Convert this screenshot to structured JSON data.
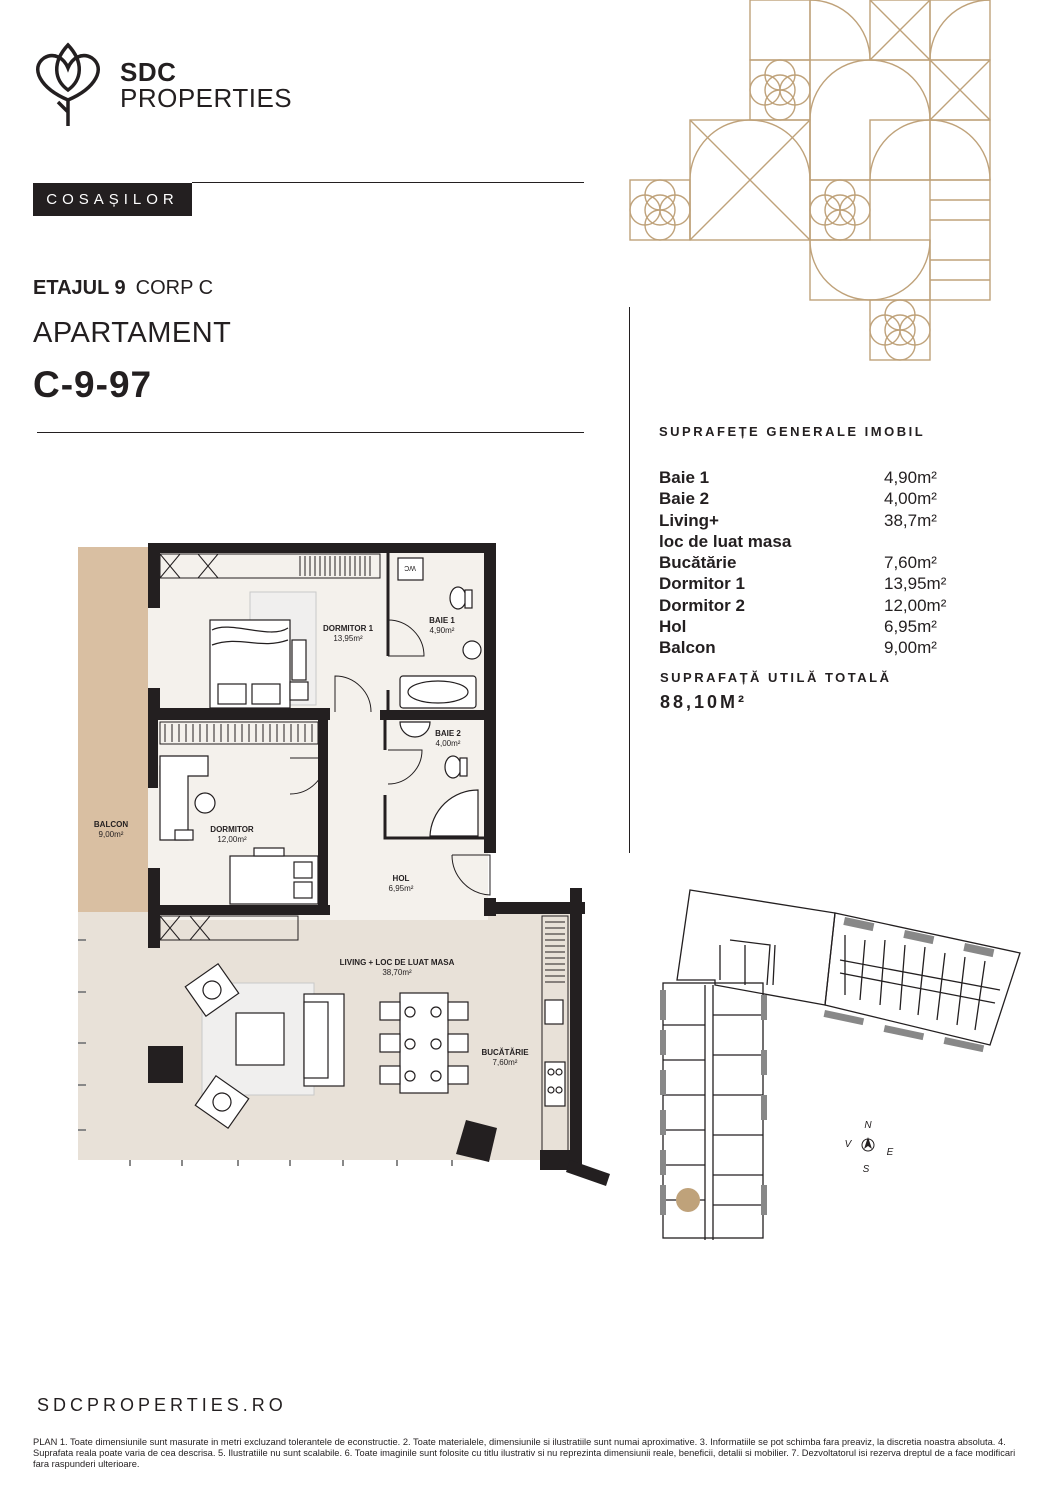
{
  "brand": {
    "name_line1": "SDC",
    "name_line2": "PROPERTIES"
  },
  "project": "COSAȘILOR",
  "floor": {
    "label": "ETAJUL 9",
    "corp": "CORP C"
  },
  "apartment": {
    "label": "APARTAMENT",
    "code": "C-9-97"
  },
  "areas": {
    "title": "SUPRAFEȚE GENERALE IMOBIL",
    "items": [
      {
        "name": "Baie 1",
        "value": "4,90m²"
      },
      {
        "name": "Baie 2",
        "value": "4,00m²"
      },
      {
        "name": "Living+",
        "value": "38,7m²"
      },
      {
        "name": "loc de luat masa",
        "value": ""
      },
      {
        "name": "Bucătărie",
        "value": "7,60m²"
      },
      {
        "name": "Dormitor 1",
        "value": "13,95m²"
      },
      {
        "name": "Dormitor 2",
        "value": "12,00m²"
      },
      {
        "name": "Hol",
        "value": "6,95m²"
      },
      {
        "name": "Balcon",
        "value": "9,00m²"
      }
    ],
    "total_title": "SUPRAFAȚĂ UTILĂ TOTALĂ",
    "total_value": "88,10M²"
  },
  "plan": {
    "rooms": [
      {
        "name": "DORMITOR 1",
        "area": "13,95m²"
      },
      {
        "name": "BAIE 1",
        "area": "4,90m²"
      },
      {
        "name": "BAIE 2",
        "area": "4,00m²"
      },
      {
        "name": "DORMITOR",
        "area": "12,00m²"
      },
      {
        "name": "BALCON",
        "area": "9,00m²"
      },
      {
        "name": "HOL",
        "area": "6,95m²"
      },
      {
        "name": "LIVING + LOC DE LUAT MASA",
        "area": "38,70m²"
      },
      {
        "name": "BUCĂTĂRIE",
        "area": "7,60m²"
      }
    ],
    "wc_label": "WC"
  },
  "compass": {
    "n": "N",
    "s": "S",
    "e": "E",
    "v": "V"
  },
  "colors": {
    "gold": "#bfa27a",
    "balcony": "#d9bfa2",
    "floor_fill": "#e8e1d8",
    "dark": "#231f20"
  },
  "website": "SDCPROPERTIES.RO",
  "disclaimer": "PLAN 1. Toate dimensiunile sunt masurate in metri excluzand tolerantele de econstructie. 2. Toate materialele, dimensiunile si ilustratiile sunt numai aproximative. 3. Informatiile se pot schimba fara preaviz, la discretia noastra absoluta. 4. Suprafata reala poate varia de cea descrisa. 5. Ilustratiile nu sunt scalabile. 6. Toate imaginile sunt folosite cu titlu ilustrativ si nu reprezinta dimensiunii reale, beneficii, detalii si mobilier. 7. Dezvoltatorul isi rezerva dreptul de a face modificari fara raspunderi ulterioare."
}
